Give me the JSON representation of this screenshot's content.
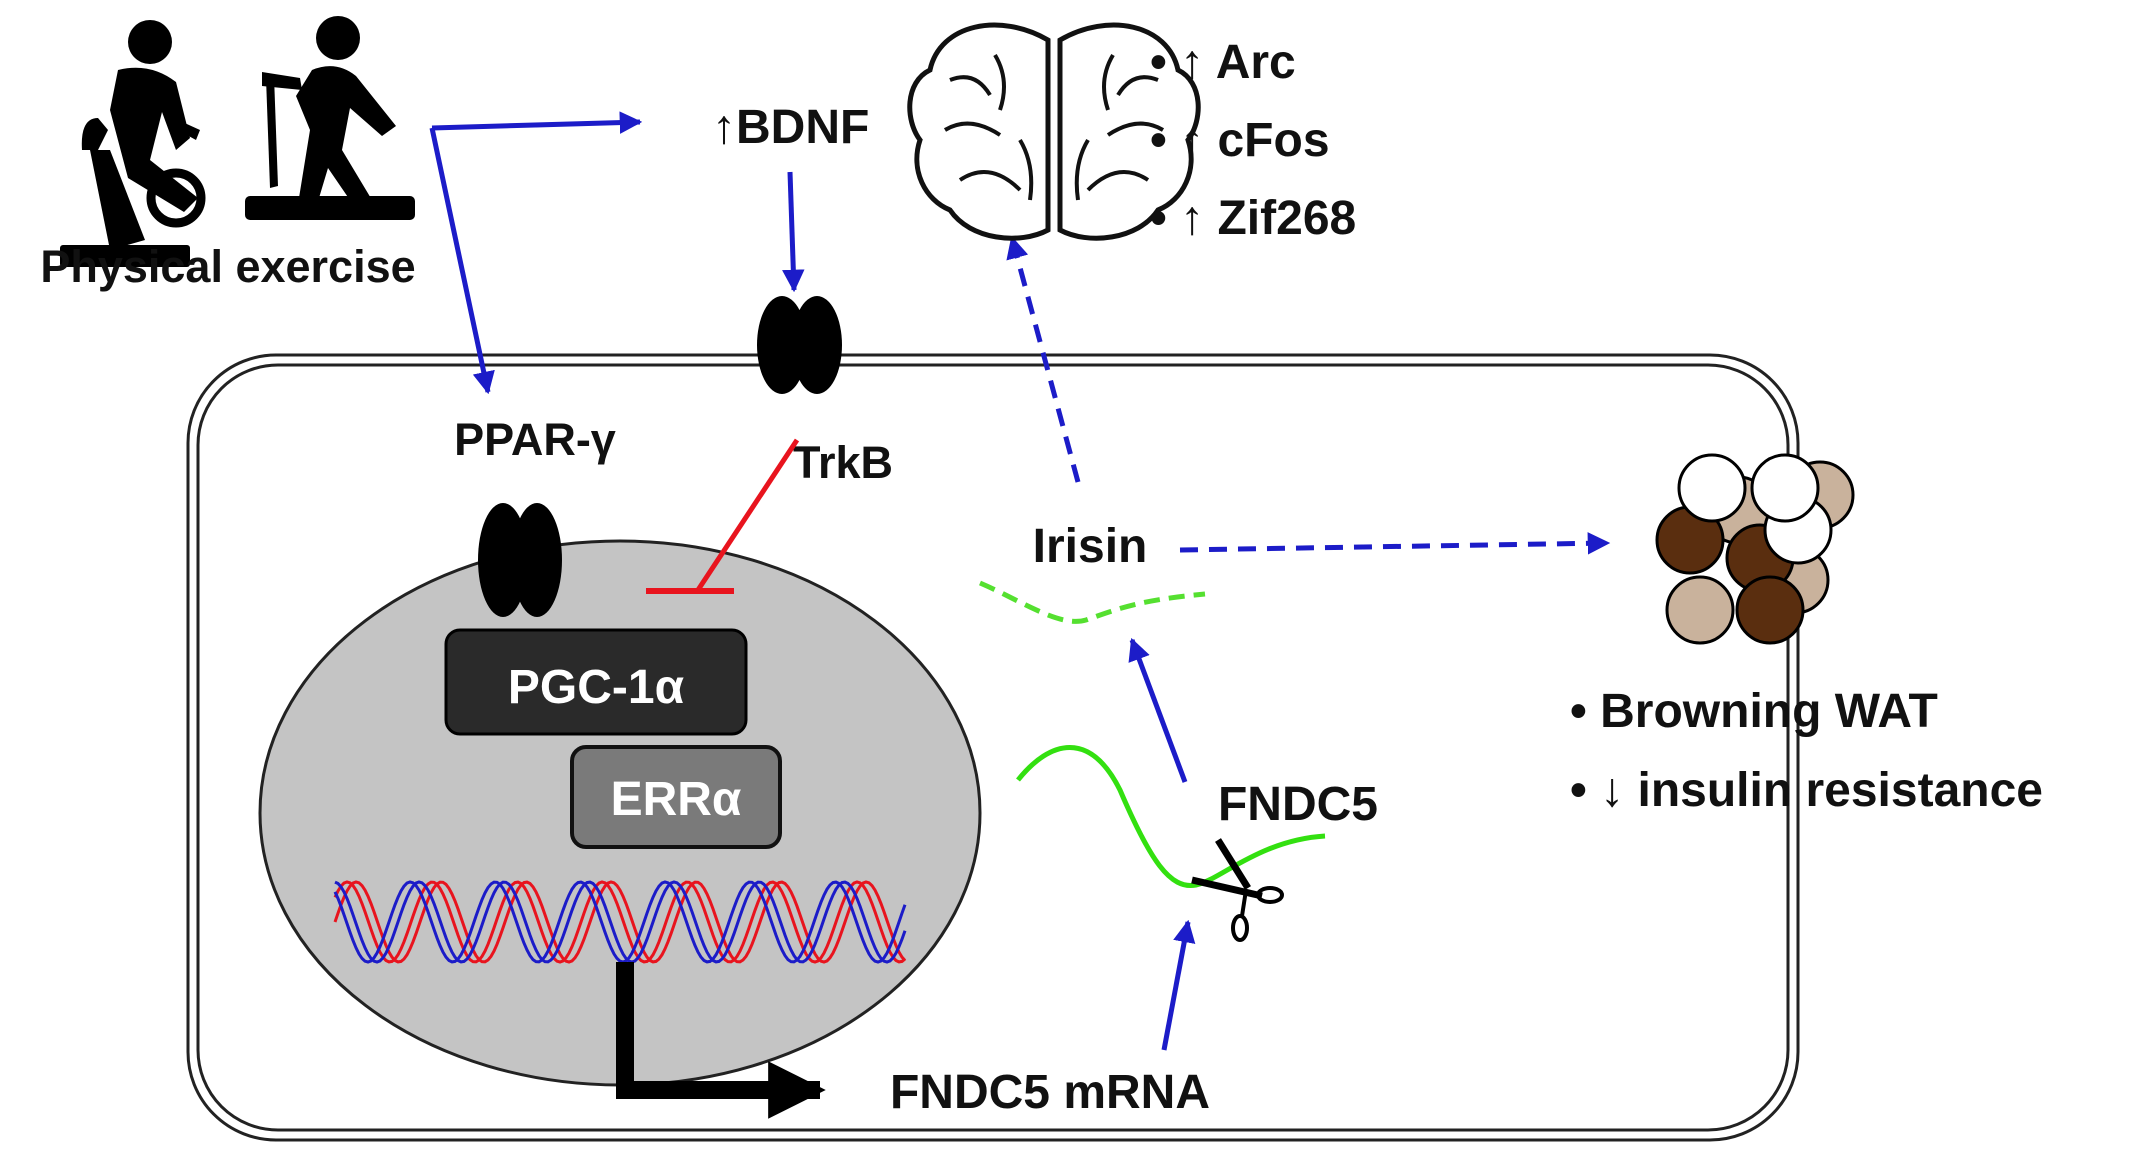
{
  "labels": {
    "physical_exercise": "Physical exercise",
    "bdnf": "↑BDNF",
    "trkb": "TrkB",
    "ppar": "PPAR-γ",
    "pgc": "PGC-1α",
    "err": "ERRα",
    "irisin": "Irisin",
    "fndc5": "FNDC5",
    "fndc5_mrna": "FNDC5 mRNA"
  },
  "brain_effects": [
    "• ↑ Arc",
    "• ↑ cFos",
    "• ↑ Zif268"
  ],
  "adipose_effects": [
    "• Browning WAT",
    "• ↓ insulin resistance"
  ],
  "colors": {
    "arrow_blue": "#1c1cc8",
    "inhibit_red": "#e8141e",
    "fndc5_green": "#33e010",
    "irisin_green": "#55e030",
    "dna_red": "#e8141e",
    "dna_blue": "#1c1cc8",
    "nucleus": "#c4c4c4",
    "pgc_box": "#2a2a2a",
    "err_box": "#7a7a7a",
    "brown_fat": "#5a2e0f",
    "beige_fat": "#c9b29c"
  },
  "icons": [
    "exercise-bike-icon",
    "treadmill-icon",
    "brain-icon",
    "scissors-icon",
    "fat-cells-icon"
  ]
}
